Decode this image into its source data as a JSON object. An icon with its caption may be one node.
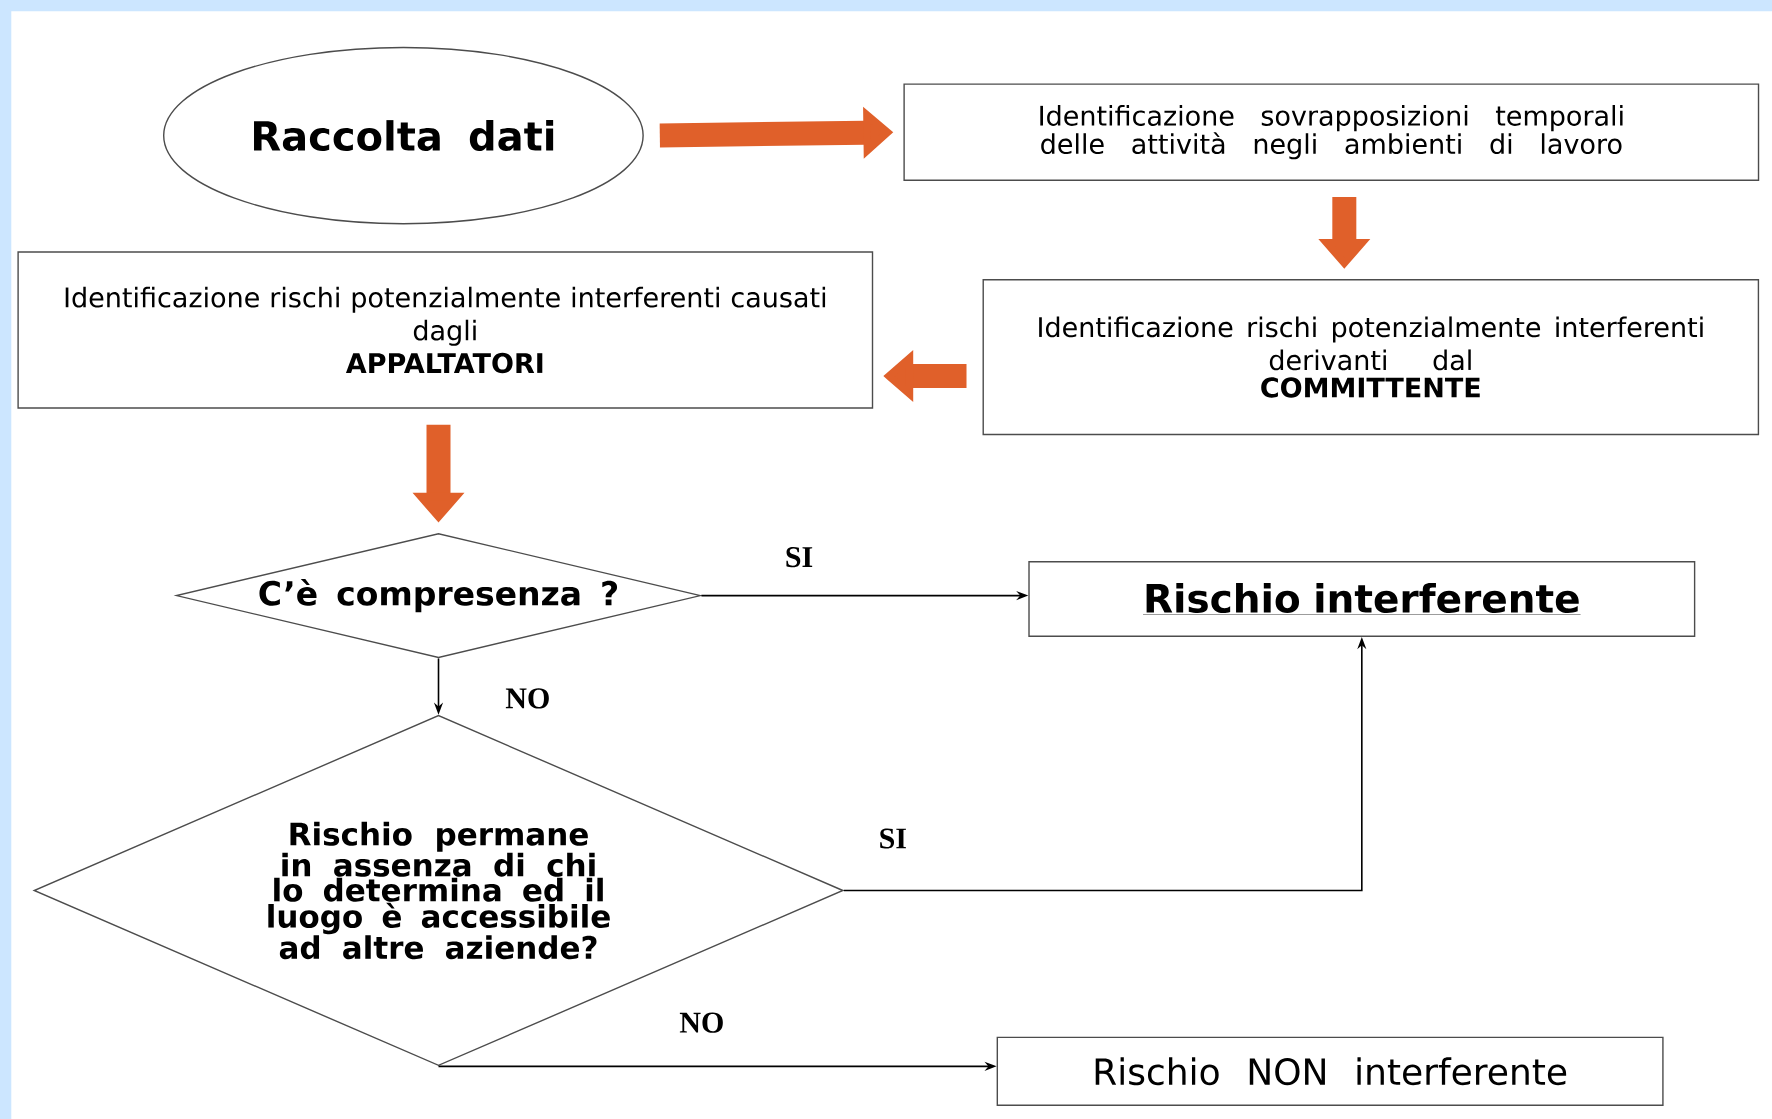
{
  "diagram": {
    "nodes": [
      {
        "text": [
          "Raccolta dati"
        ]
      },
      {
        "text": [
          "Identificazione sovrapposizioni temporali delle attività negli ambienti di lavoro"
        ]
      },
      {
        "text": [
          "Identificazione rischi potenzialmente interferenti derivanti dal",
          "COMMITTENTE"
        ]
      },
      {
        "text": [
          "Identificazione rischi potenzialmente interferenti causati dagli",
          "APPALTATORI"
        ]
      },
      {
        "text": [
          "C’è compresenza ?"
        ]
      },
      {
        "text": [
          "Rischio interferente"
        ]
      },
      {
        "text": [
          "Rischio permane in assenza di chi lo determina ed il luogo è accessibile ad altre aziende?"
        ]
      },
      {
        "text": [
          "Rischio NON interferente"
        ]
      }
    ],
    "edges": [
      {
        "from": 0,
        "to": 1,
        "arrow": "to",
        "style": "thick",
        "color": "#e0602a"
      },
      {
        "from": 1,
        "to": 2,
        "arrow": "to",
        "style": "thick",
        "color": "#e0602a"
      },
      {
        "from": 2,
        "to": 3,
        "arrow": "to",
        "style": "thick",
        "color": "#e0602a"
      },
      {
        "from": 3,
        "to": 4,
        "arrow": "to",
        "style": "thick",
        "color": "#e0602a"
      },
      {
        "from": 4,
        "to": 5,
        "arrow": "to",
        "label": "SI",
        "color": "#000000"
      },
      {
        "from": 4,
        "to": 6,
        "arrow": "to",
        "label": "NO",
        "color": "#000000"
      },
      {
        "from": 6,
        "to": 5,
        "arrow": "to",
        "label": "SI",
        "color": "#000000"
      },
      {
        "from": 6,
        "to": 7,
        "arrow": "to",
        "label": "NO",
        "color": "#000000"
      }
    ]
  }
}
